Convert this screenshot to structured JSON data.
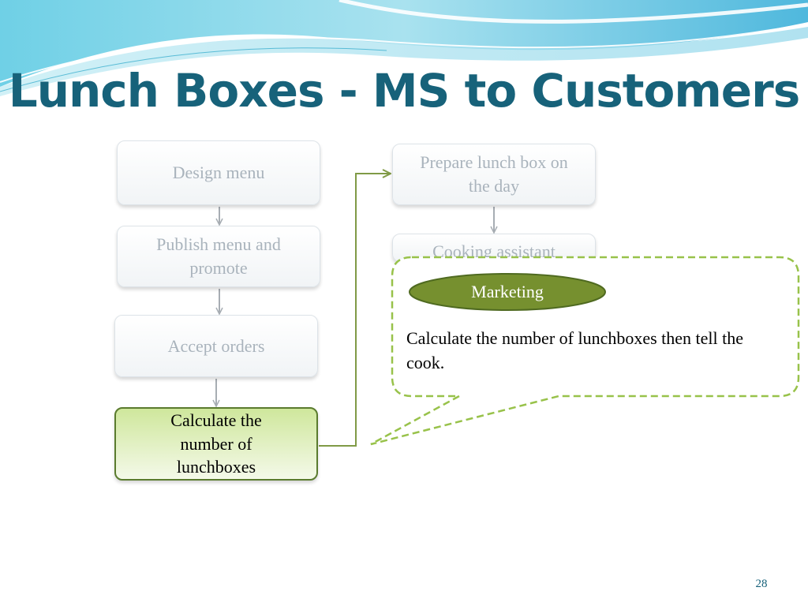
{
  "slide": {
    "title": "Lunch Boxes - MS to Customers",
    "page_number": "28"
  },
  "flow": {
    "left_column": [
      {
        "label": "Design menu"
      },
      {
        "label": "Publish menu and promote"
      },
      {
        "label": "Accept orders"
      },
      {
        "label": "Calculate the number of lunchboxes"
      }
    ],
    "right_column": [
      {
        "label": "Prepare lunch box on the day"
      },
      {
        "label": "Cooking assistant"
      }
    ]
  },
  "callout": {
    "role": "Marketing",
    "text": "Calculate the number of lunchboxes then tell the cook."
  },
  "colors": {
    "title": "#17627a",
    "active_border": "#5a7b2e",
    "pill_fill": "#76902f",
    "callout_border": "#98c24a",
    "connector": "#809a46",
    "inactive_text": "#a9b3bc"
  }
}
